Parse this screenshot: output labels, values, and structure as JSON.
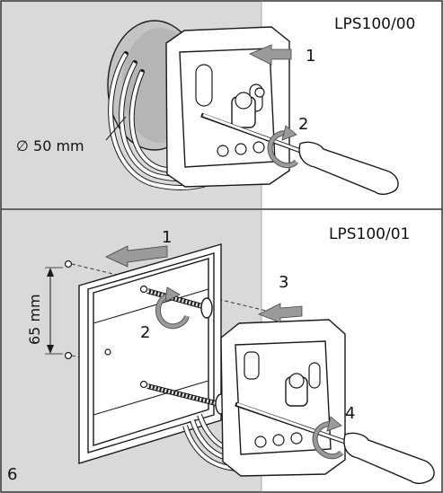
{
  "top_panel": {
    "model": "LPS100/00",
    "step_1": "1",
    "step_2": "2",
    "diameter": "∅ 50 mm"
  },
  "bottom_panel": {
    "model": "LPS100/01",
    "step_1": "1",
    "step_2": "2",
    "step_3": "3",
    "step_4": "4",
    "distance": "65 mm",
    "figure_number": "6"
  },
  "colors": {
    "wall_grey": "#d9d9d9",
    "border": "#333333",
    "arrow_grey": "#9a9a9a",
    "cable": "#ffffff"
  }
}
